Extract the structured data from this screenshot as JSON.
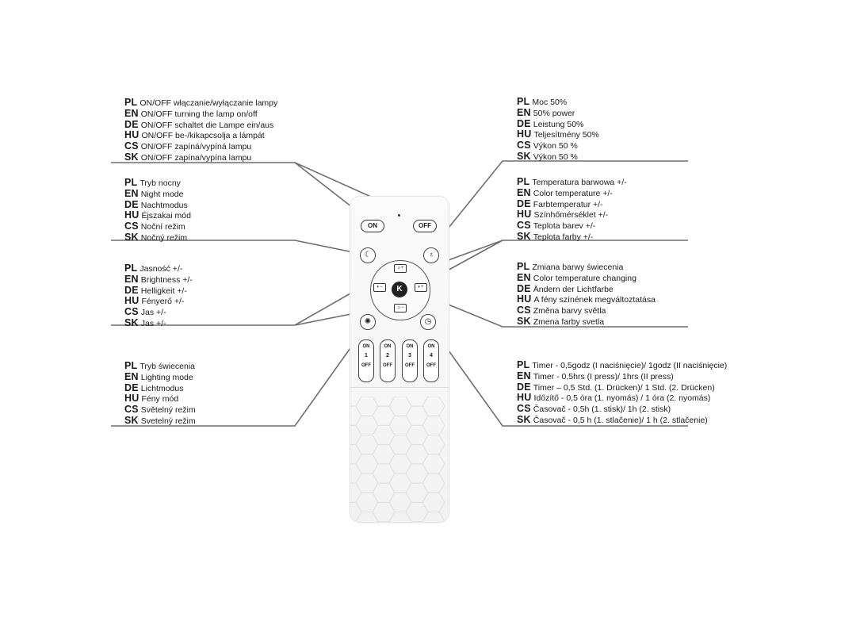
{
  "blocks": {
    "onoff": [
      {
        "lang": "PL",
        "text": "ON/OFF włączanie/wyłączanie lampy"
      },
      {
        "lang": "EN",
        "text": "ON/OFF turning the lamp on/off"
      },
      {
        "lang": "DE",
        "text": "ON/OFF schaltet die Lampe ein/aus"
      },
      {
        "lang": "HU",
        "text": "ON/OFF be-/kikapcsolja a lámpát"
      },
      {
        "lang": "CS",
        "text": "ON/OFF zapíná/vypíná lampu"
      },
      {
        "lang": "SK",
        "text": "ON/OFF zapína/vypína lampu"
      }
    ],
    "night": [
      {
        "lang": "PL",
        "text": "Tryb nocny"
      },
      {
        "lang": "EN",
        "text": "Night mode"
      },
      {
        "lang": "DE",
        "text": "Nachtmodus"
      },
      {
        "lang": "HU",
        "text": "Éjszakai mód"
      },
      {
        "lang": "CS",
        "text": "Noční režim"
      },
      {
        "lang": "SK",
        "text": "Nočný režim"
      }
    ],
    "brightness": [
      {
        "lang": "PL",
        "text": "Jasność +/-"
      },
      {
        "lang": "EN",
        "text": "Brightness +/-"
      },
      {
        "lang": "DE",
        "text": "Helligkeit +/-"
      },
      {
        "lang": "HU",
        "text": "Fényerő +/-"
      },
      {
        "lang": "CS",
        "text": "Jas +/-"
      },
      {
        "lang": "SK",
        "text": "Jas +/-"
      }
    ],
    "lighting": [
      {
        "lang": "PL",
        "text": "Tryb świecenia"
      },
      {
        "lang": "EN",
        "text": "Lighting mode"
      },
      {
        "lang": "DE",
        "text": "Lichtmodus"
      },
      {
        "lang": "HU",
        "text": "Fény mód"
      },
      {
        "lang": "CS",
        "text": "Světelný režim"
      },
      {
        "lang": "SK",
        "text": "Svetelný režim"
      }
    ],
    "power": [
      {
        "lang": "PL",
        "text": "Moc 50%"
      },
      {
        "lang": "EN",
        "text": "50% power"
      },
      {
        "lang": "DE",
        "text": "Leistung 50%"
      },
      {
        "lang": "HU",
        "text": "Teljesítmény 50%"
      },
      {
        "lang": "CS",
        "text": "Výkon 50 %"
      },
      {
        "lang": "SK",
        "text": "Výkon 50 %"
      }
    ],
    "colortemp": [
      {
        "lang": "PL",
        "text": "Temperatura barwowa +/-"
      },
      {
        "lang": "EN",
        "text": "Color temperature +/-"
      },
      {
        "lang": "DE",
        "text": "Farbtemperatur +/-"
      },
      {
        "lang": "HU",
        "text": "Színhőmérséklet +/-"
      },
      {
        "lang": "CS",
        "text": "Teplota barev +/-"
      },
      {
        "lang": "SK",
        "text": "Teplota farby +/-"
      }
    ],
    "colorchange": [
      {
        "lang": "PL",
        "text": "Zmiana barwy świecenia"
      },
      {
        "lang": "EN",
        "text": "Color temperature changing"
      },
      {
        "lang": "DE",
        "text": "Ändern der Lichtfarbe"
      },
      {
        "lang": "HU",
        "text": "A fény színének megváltoztatása"
      },
      {
        "lang": "CS",
        "text": "Změna barvy světla"
      },
      {
        "lang": "SK",
        "text": "Zmena farby svetla"
      }
    ],
    "timer": [
      {
        "lang": "PL",
        "text": "Timer - 0,5godz (I naciśnięcie)/ 1godz (II naciśnięcie)"
      },
      {
        "lang": "EN",
        "text": "Timer - 0,5hrs (I press)/ 1hrs (II press)"
      },
      {
        "lang": "DE",
        "text": "Timer – 0,5 Std. (1. Drücken)/ 1 Std. (2. Drücken)"
      },
      {
        "lang": "HU",
        "text": "Időzítő - 0,5 óra (1. nyomás) / 1 óra (2. nyomás)"
      },
      {
        "lang": "CS",
        "text": "Časovač - 0,5h (1. stisk)/ 1h (2. stisk)"
      },
      {
        "lang": "SK",
        "text": "Časovač - 0,5 h (1. stlačenie)/ 1 h (2. stlačenie)"
      }
    ]
  },
  "remote": {
    "on_label": "ON",
    "off_label": "OFF",
    "k_label": "K",
    "zones": [
      {
        "on": "ON",
        "num": "1",
        "off": "OFF"
      },
      {
        "on": "ON",
        "num": "2",
        "off": "OFF"
      },
      {
        "on": "ON",
        "num": "3",
        "off": "OFF"
      },
      {
        "on": "ON",
        "num": "4",
        "off": "OFF"
      }
    ],
    "icons": [
      "moon-icon",
      "bulb-icon",
      "sun-burst-icon",
      "timer-icon",
      "brightness-up-icon",
      "brightness-down-icon",
      "color-temp-minus-icon",
      "color-temp-plus-icon"
    ]
  },
  "colors": {
    "line": "#6e6e6e",
    "text": "#1a1a1a",
    "remote_body": "#f6f6f6"
  }
}
